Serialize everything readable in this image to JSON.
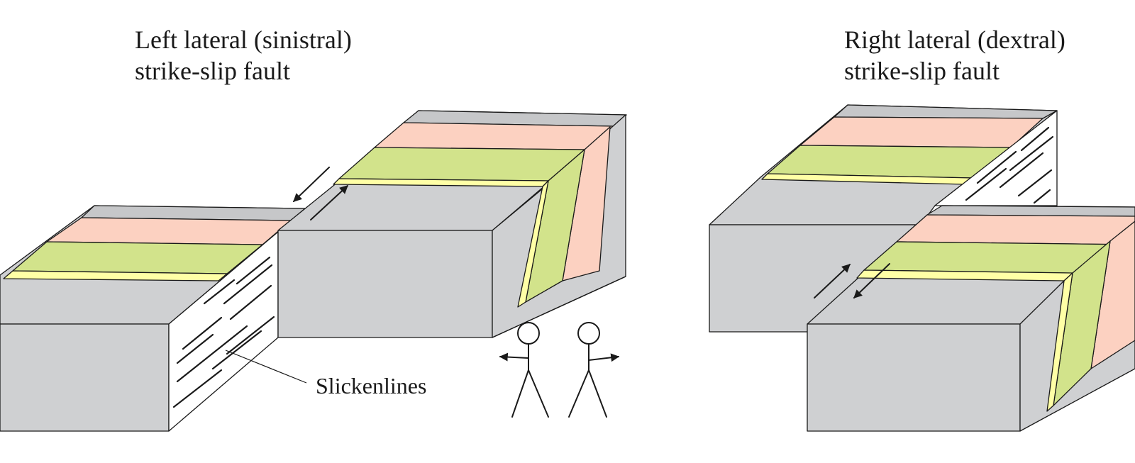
{
  "left_diagram": {
    "title_line1": "Left lateral (sinistral)",
    "title_line2": "strike-slip fault",
    "annotation": "Slickenlines"
  },
  "right_diagram": {
    "title_line1": "Right lateral (dextral)",
    "title_line2": "strike-slip fault"
  },
  "colors": {
    "rock_grey": "#cfd0d2",
    "rock_grey_top": "#c6c7c9",
    "fault_face": "#ffffff",
    "salmon_layer": "#fcd1c1",
    "green_layer": "#d2e38b",
    "yellow_layer": "#ffffa6",
    "outline": "#1a1a1a"
  },
  "icons": [
    "person-figure-icon",
    "slip-arrow-icon"
  ]
}
